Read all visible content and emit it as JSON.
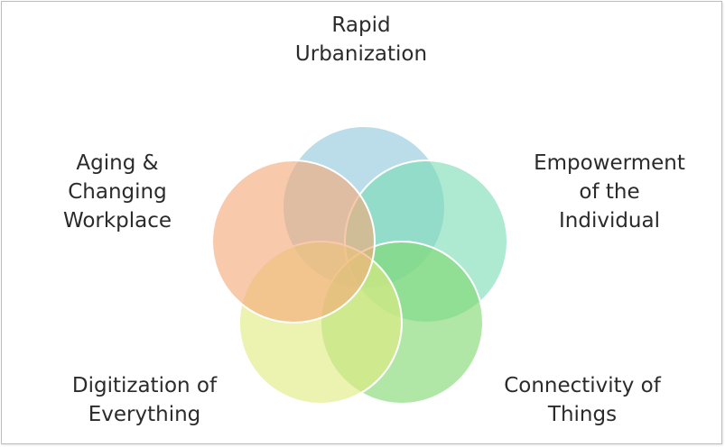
{
  "diagram": {
    "circles": [
      {
        "name": "rapid-urbanization",
        "color": "#8fc8dc"
      },
      {
        "name": "empowerment-of-the-individual",
        "color": "#7ddcb6"
      },
      {
        "name": "connectivity-of-things",
        "color": "#7fd970"
      },
      {
        "name": "digitization-of-everything",
        "color": "#e0ea80"
      },
      {
        "name": "aging-and-changing-workplace",
        "color": "#f4aa78"
      }
    ],
    "labels": {
      "top": [
        "Rapid",
        "Urbanization"
      ],
      "right": [
        "Empowerment",
        "of the",
        "Individual"
      ],
      "left": [
        "Aging &",
        "Changing",
        "Workplace"
      ],
      "bottom_left": [
        "Digitization of",
        "Everything"
      ],
      "bottom_right": [
        "Connectivity of",
        "Things"
      ]
    }
  }
}
